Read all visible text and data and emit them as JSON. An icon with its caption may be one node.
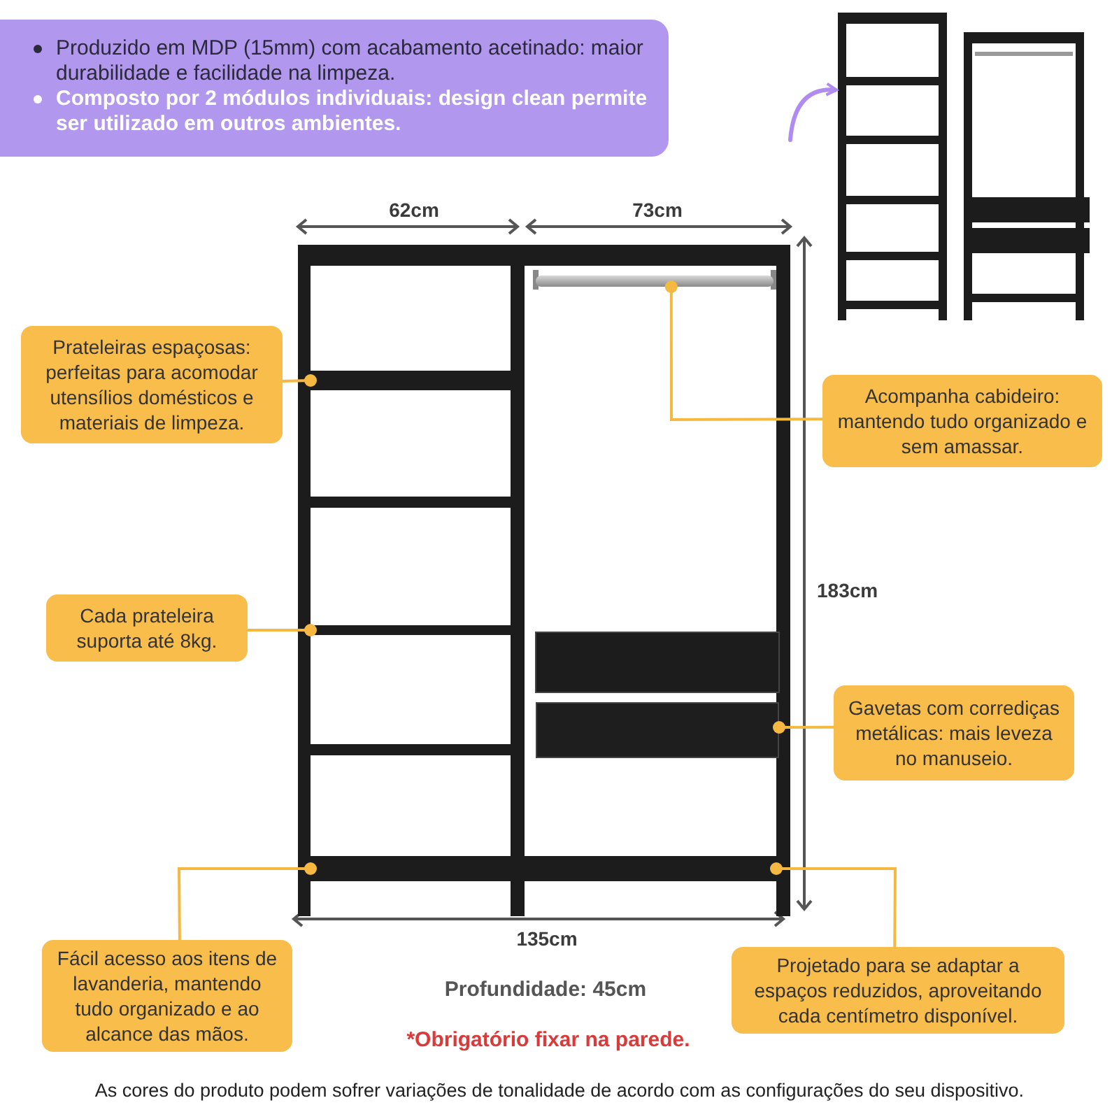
{
  "diagram": {
    "nodes": [
      {
        "text": [
          "Produzido em MDP (15mm) com acabamento acetinado: maior durabilidade e facilidade na limpeza.",
          "Composto por 2 módulos individuais: design clean permite ser utilizado em outros ambientes."
        ]
      },
      {
        "text": [],
        "shape": "picture"
      },
      {
        "text": [],
        "shape": "picture"
      },
      {
        "text": [],
        "shape": "bar",
        "in": 2
      },
      {
        "text": [],
        "shape": "bar",
        "in": 2
      },
      {
        "text": [],
        "shape": "bar",
        "in": 2
      },
      {
        "text": [],
        "shape": "box",
        "in": 2
      },
      {
        "text": [],
        "shape": "bar",
        "in": 2
      },
      {
        "text": [
          "Prateleiras espaçosas: perfeitas para acomodar utensílios domésticos e materiais de limpeza."
        ]
      },
      {
        "text": [
          "Acompanha cabideiro: mantendo tudo organizado e sem amassar."
        ]
      },
      {
        "text": [
          "Cada prateleira suporta até 8kg."
        ]
      },
      {
        "text": [
          "Gavetas com corrediças metálicas: mais leveza no manuseio."
        ]
      },
      {
        "text": [
          "Fácil acesso aos itens de lavanderia, mantendo tudo organizado e ao alcance das mãos."
        ]
      },
      {
        "text": [
          "Projetado para se adaptar a espaços reduzidos, aproveitando cada centímetro disponível."
        ]
      }
    ],
    "edges": [
      {
        "from": 8,
        "to": 3,
        "arrow": "other"
      },
      {
        "from": 9,
        "to": 4,
        "arrow": "other"
      },
      {
        "from": 10,
        "to": 5,
        "arrow": "other"
      },
      {
        "from": 11,
        "to": 6,
        "arrow": "other"
      },
      {
        "from": 12,
        "to": 7,
        "arrow": "other"
      },
      {
        "from": 13,
        "to": 7,
        "arrow": "other"
      },
      {
        "from": null,
        "to": 1,
        "arrow": "to",
        "color": "#b18cf0"
      }
    ],
    "labels": [
      "62cm",
      "73cm",
      "183cm",
      "135cm",
      "Profundidade: 45cm",
      "*Obrigatório fixar na parede.",
      "As cores do produto podem sofrer variações de tonalidade de acordo com as configurações do seu dispositivo."
    ]
  }
}
